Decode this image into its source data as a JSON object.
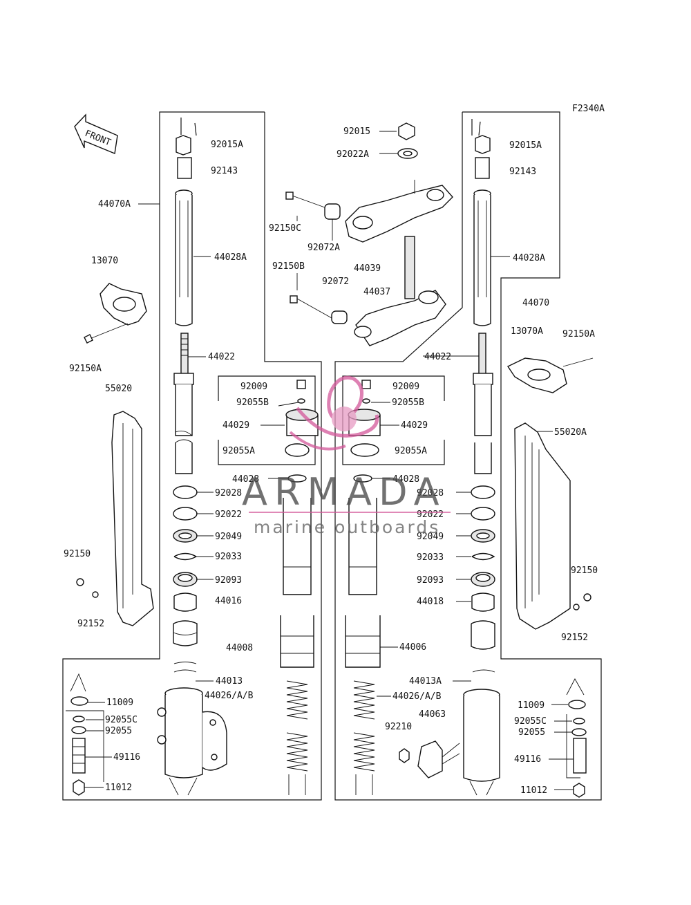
{
  "diagram": {
    "ref_code": "F2340A",
    "front_label": "FRONT",
    "watermark": {
      "brand": "ARMADA",
      "tagline": "marine outboards",
      "accent": "#d4589a"
    },
    "left_labels": {
      "l92015A": "92015A",
      "l92143": "92143",
      "l44070A": "44070A",
      "l44028A": "44028A",
      "l13070": "13070",
      "l92150A": "92150A",
      "l44022": "44022",
      "l55020": "55020",
      "l92009": "92009",
      "l92055B": "92055B",
      "l44029": "44029",
      "l92055A": "92055A",
      "l44028": "44028",
      "l92028": "92028",
      "l92022": "92022",
      "l92049": "92049",
      "l92033": "92033",
      "l92093": "92093",
      "l44016": "44016",
      "l44008": "44008",
      "l92150": "92150",
      "l92152": "92152",
      "l44013": "44013",
      "l44026": "44026/A/B",
      "l11009": "11009",
      "l92055C": "92055C",
      "l92055": "92055",
      "l49116": "49116",
      "l11012": "11012"
    },
    "center_labels": {
      "c92015": "92015",
      "c92022A": "92022A",
      "c92150C": "92150C",
      "c92072A": "92072A",
      "c92150B": "92150B",
      "c44039": "44039",
      "c92072": "92072",
      "c44037": "44037"
    },
    "right_labels": {
      "r92015A": "92015A",
      "r92143": "92143",
      "r44028A": "44028A",
      "r44070": "44070",
      "r13070A": "13070A",
      "r92150A": "92150A",
      "r44022": "44022",
      "r92009": "92009",
      "r92055B": "92055B",
      "r44029": "44029",
      "r92055A": "92055A",
      "r55020A": "55020A",
      "r44028": "44028",
      "r92028": "92028",
      "r92022": "92022",
      "r92049": "92049",
      "r92033": "92033",
      "r92093": "92093",
      "r44018": "44018",
      "r44006": "44006",
      "r92150": "92150",
      "r92152": "92152",
      "r44013A": "44013A",
      "r44026": "44026/A/B",
      "r44063": "44063",
      "r92210": "92210",
      "r11009": "11009",
      "r92055C": "92055C",
      "r92055": "92055",
      "r49116": "49116",
      "r11012": "11012"
    }
  }
}
